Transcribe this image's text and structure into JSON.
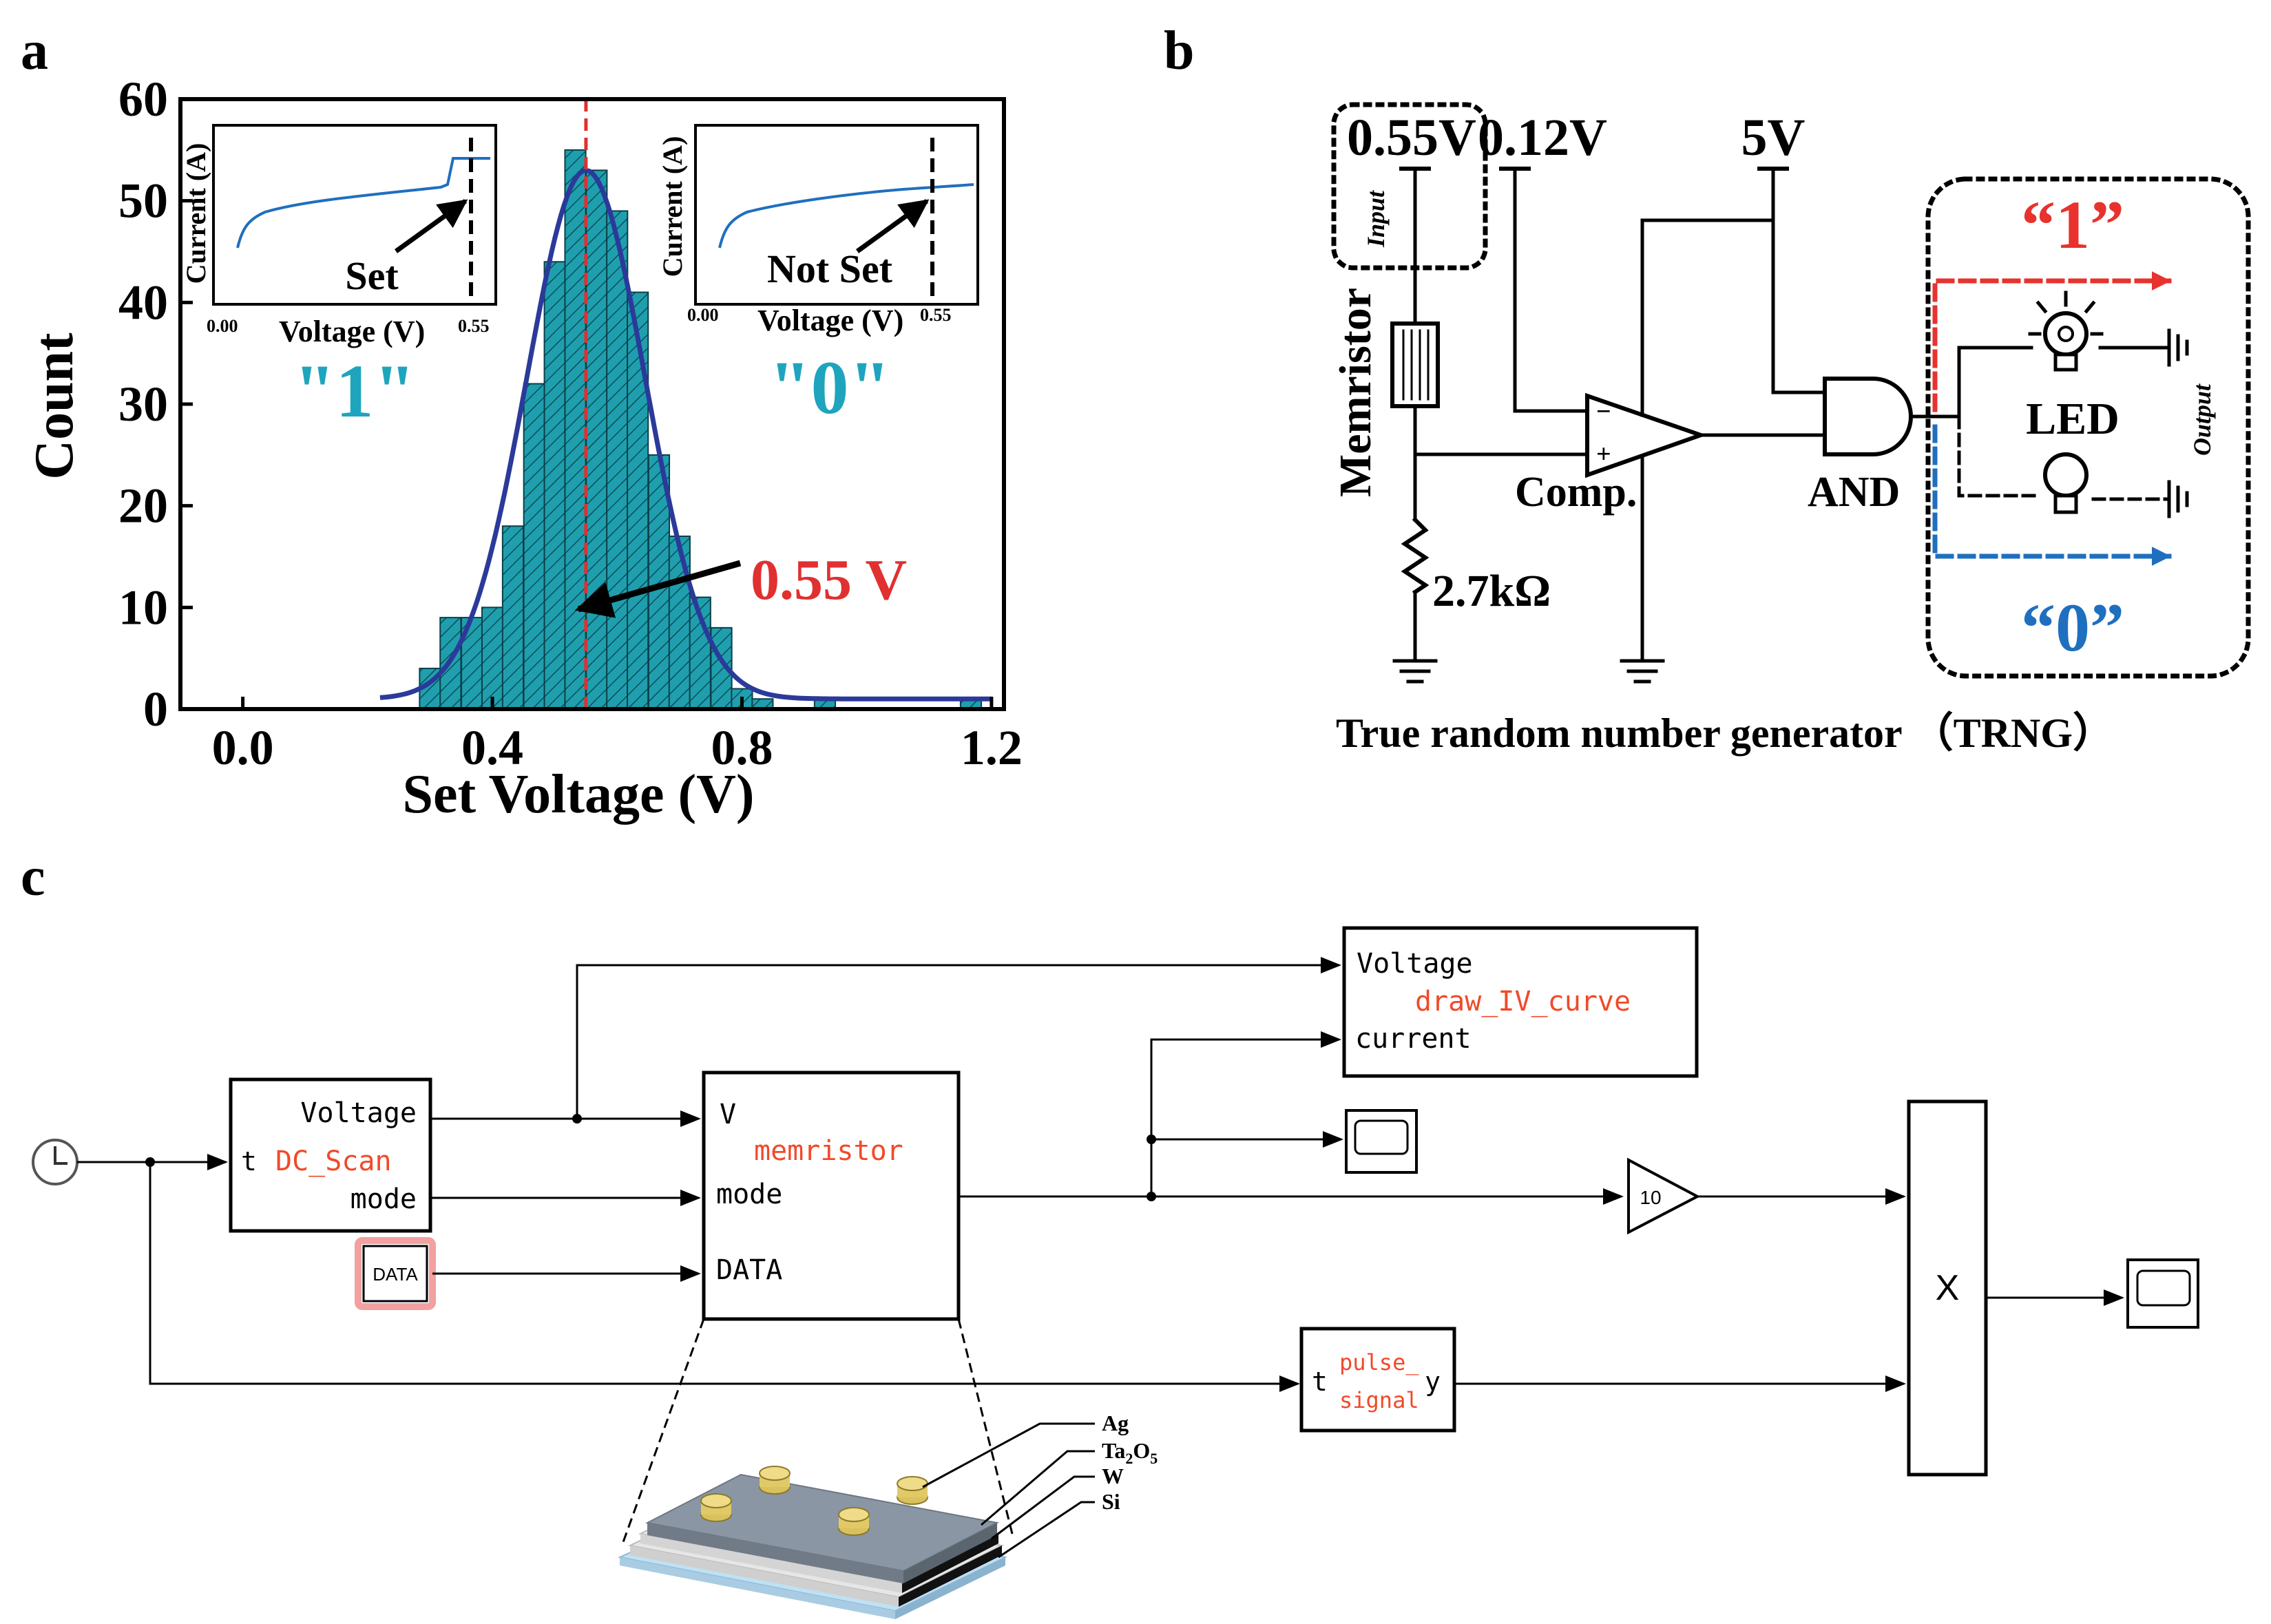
{
  "panel_labels": {
    "a": "a",
    "b": "b",
    "c": "c"
  },
  "panel_a": {
    "main_red_label": "0.55 V",
    "inset_left": {
      "ylabel": "Current (A)",
      "xlabel": "Voltage (V)",
      "xtick_min": "0.00",
      "xtick_max": "0.55",
      "annotation": "Set",
      "state_label": "\"1\""
    },
    "inset_right": {
      "ylabel": "Current (A)",
      "xlabel": "Voltage (V)",
      "xtick_min": "0.00",
      "xtick_max": "0.55",
      "annotation": "Not Set",
      "state_label": "\"0\""
    }
  },
  "chart_data": {
    "type": "bar",
    "xlabel": "Set Voltage (V)",
    "ylabel": "Count",
    "xlim": [
      -0.1,
      1.22
    ],
    "ylim": [
      0,
      60
    ],
    "xticks": [
      "0.0",
      "0.4",
      "0.8",
      "1.2"
    ],
    "yticks": [
      "0",
      "10",
      "20",
      "30",
      "40",
      "50",
      "60"
    ],
    "bin_width": 0.0333,
    "bin_centers": [
      0.3,
      0.333,
      0.367,
      0.4,
      0.433,
      0.467,
      0.5,
      0.533,
      0.567,
      0.6,
      0.633,
      0.667,
      0.7,
      0.733,
      0.767,
      0.8,
      0.833,
      0.933,
      1.167
    ],
    "values": [
      4,
      9,
      9,
      10,
      18,
      32,
      44,
      55,
      53,
      49,
      41,
      25,
      17,
      11,
      8,
      2,
      1,
      1,
      1
    ],
    "fit_curve": {
      "type": "gaussian",
      "mean": 0.55,
      "peak": 53,
      "sigma": 0.095,
      "baseline": 1
    },
    "reference_line": 0.55,
    "colors": {
      "bars": "#1f9fae",
      "fit": "#2b3a9a",
      "ref": "#e03030"
    }
  },
  "panel_b": {
    "v_input": "0.55V",
    "v_ref": "0.12V",
    "v_supply": "5V",
    "input_label": "Input",
    "memristor_label": "Memristor",
    "resistor_label": "2.7kΩ",
    "comparator_label": "Comp.",
    "and_label": "AND",
    "led_label": "LED",
    "output_label": "Output",
    "out1": "“1”",
    "out0": "“0”",
    "caption": "True random number generator （TRNG）",
    "colors": {
      "one": "#e8322e",
      "zero": "#1f6fbf"
    }
  },
  "panel_c": {
    "dc_scan": {
      "in_t": "t",
      "name": "DC_Scan",
      "out_voltage": "Voltage",
      "out_mode": "mode"
    },
    "data_block": "DATA",
    "memristor": {
      "name": "memristor",
      "in_v": "V",
      "in_mode": "mode",
      "in_data": "DATA"
    },
    "iv_block": {
      "in_voltage": "Voltage",
      "name": "draw_IV_curve",
      "in_current": "current"
    },
    "gain": "10",
    "product": "X",
    "pulse": {
      "in_t": "t",
      "name_line1": "pulse_",
      "name_line2": "signal",
      "out_y": "y"
    },
    "layers": [
      "Ag",
      "Ta2O5",
      "W",
      "Si"
    ]
  }
}
